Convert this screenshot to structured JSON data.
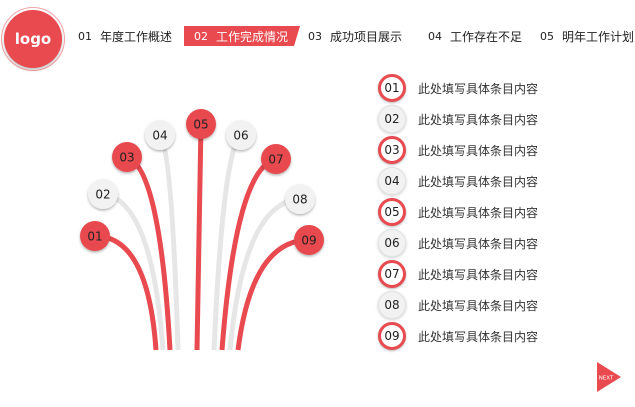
{
  "logo": {
    "label": "logo"
  },
  "nav": {
    "tabs": [
      {
        "num": "01",
        "label": "年度工作概述",
        "active": false
      },
      {
        "num": "02",
        "label": "工作完成情况",
        "active": true
      },
      {
        "num": "03",
        "label": "成功项目展示",
        "active": false
      },
      {
        "num": "04",
        "label": "工作存在不足",
        "active": false
      },
      {
        "num": "05",
        "label": "明年工作计划",
        "active": false
      }
    ]
  },
  "fan_labels": [
    "01",
    "02",
    "03",
    "04",
    "05",
    "06",
    "07",
    "08",
    "09"
  ],
  "list": {
    "items": [
      {
        "num": "01",
        "text": "此处填写具体条目内容",
        "style": "red"
      },
      {
        "num": "02",
        "text": "此处填写具体条目内容",
        "style": "gray"
      },
      {
        "num": "03",
        "text": "此处填写具体条目内容",
        "style": "red"
      },
      {
        "num": "04",
        "text": "此处填写具体条目内容",
        "style": "gray"
      },
      {
        "num": "05",
        "text": "此处填写具体条目内容",
        "style": "red"
      },
      {
        "num": "06",
        "text": "此处填写具体条目内容",
        "style": "gray"
      },
      {
        "num": "07",
        "text": "此处填写具体条目内容",
        "style": "red"
      },
      {
        "num": "08",
        "text": "此处填写具体条目内容",
        "style": "gray"
      },
      {
        "num": "09",
        "text": "此处填写具体条目内容",
        "style": "red"
      }
    ]
  },
  "next_button": {
    "label": "NEXT"
  },
  "colors": {
    "accent": "#e84a4f",
    "gray": "#f2f2f2"
  }
}
